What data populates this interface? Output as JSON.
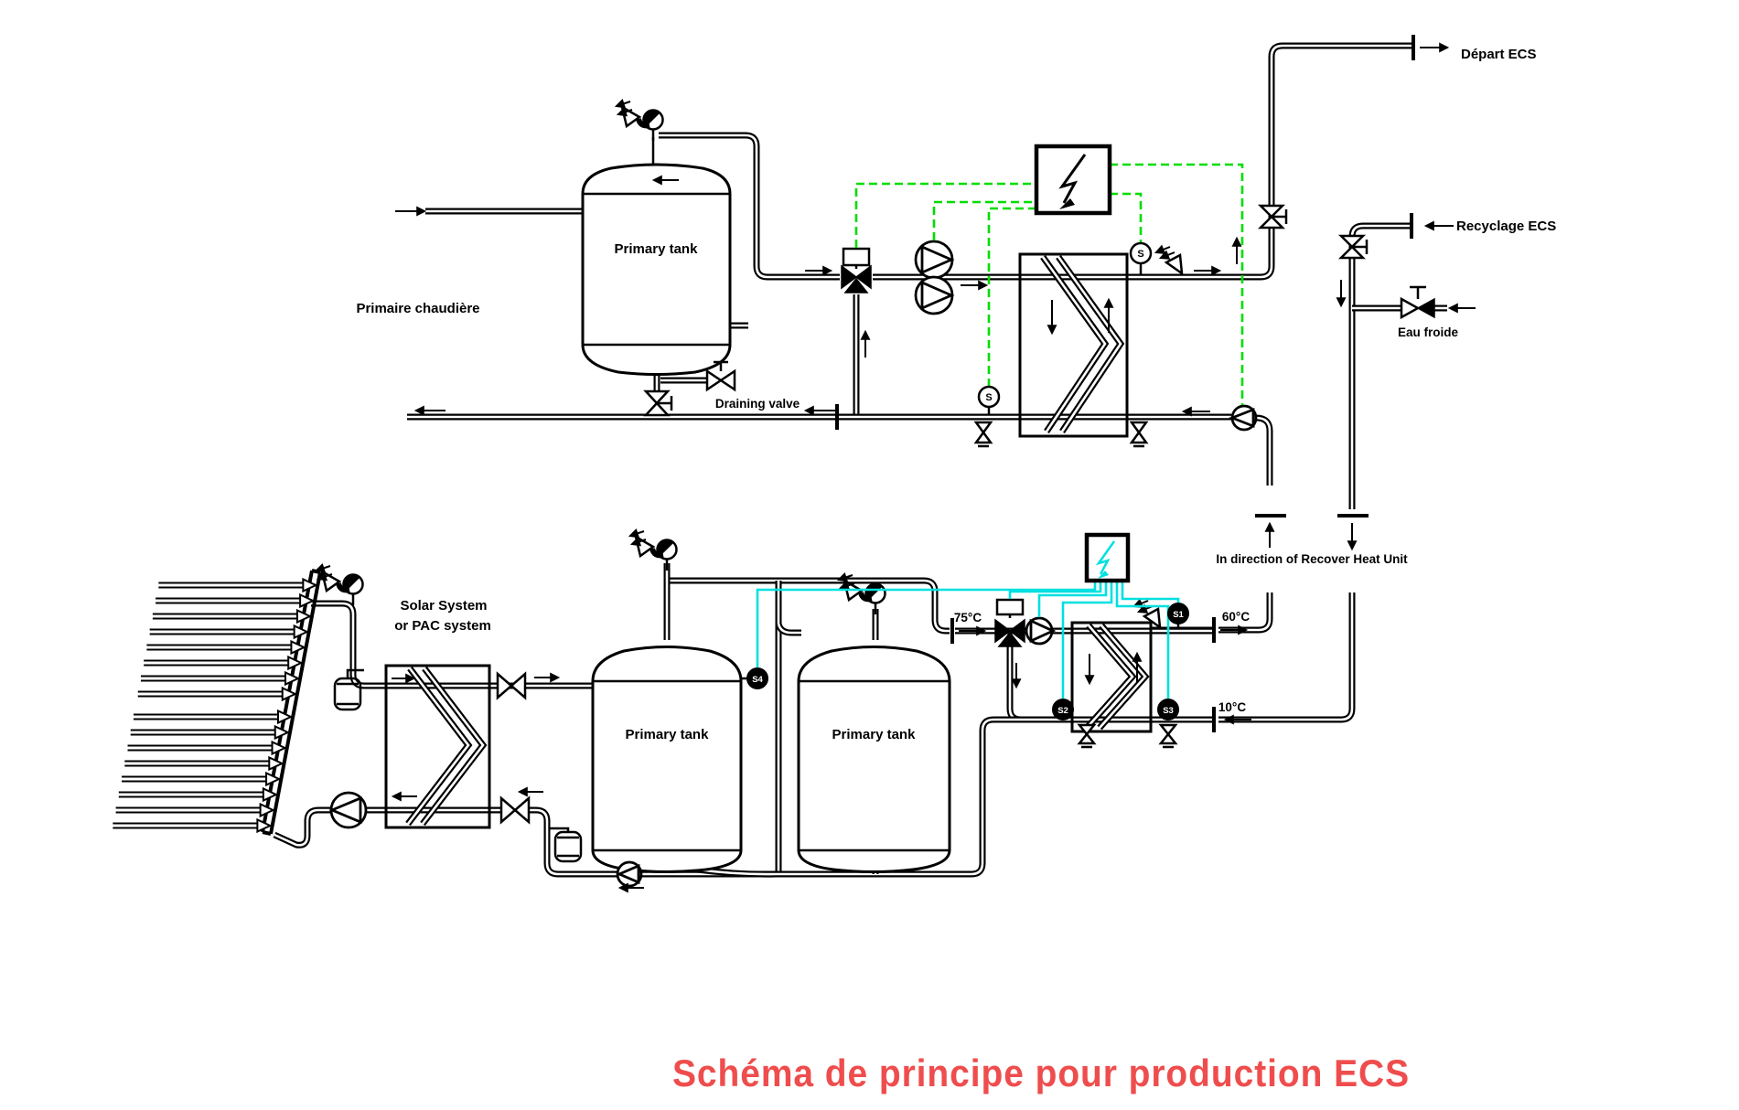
{
  "diagram": {
    "title": "Schéma de principe pour production ECS",
    "system_top": {
      "tank_label": "Primary tank",
      "circuit_label": "Primaire chaudière",
      "draining_valve_label": "Draining valve",
      "depart_label": "Départ ECS",
      "recyclage_label": "Recyclage ECS",
      "eau_froide_label": "Eau froide",
      "sensor_return": "S",
      "sensor_outlet": "S"
    },
    "system_bottom": {
      "tank1_label": "Primary tank",
      "tank2_label": "Primary tank",
      "solar_label_line1": "Solar System",
      "solar_label_line2": "or PAC system",
      "recover_label": "In direction of Recover Heat Unit",
      "temp_supply": "75°C",
      "temp_out": "60°C",
      "temp_cold": "10°C",
      "sensor_s1": "S1",
      "sensor_s2": "S2",
      "sensor_s3": "S3",
      "sensor_s4": "S4"
    },
    "colors": {
      "line": "#000000",
      "control_wire_top": "#00dd00",
      "control_wire_bottom": "#00e0e0",
      "title": "#ef4d4d",
      "background": "#ffffff"
    }
  }
}
